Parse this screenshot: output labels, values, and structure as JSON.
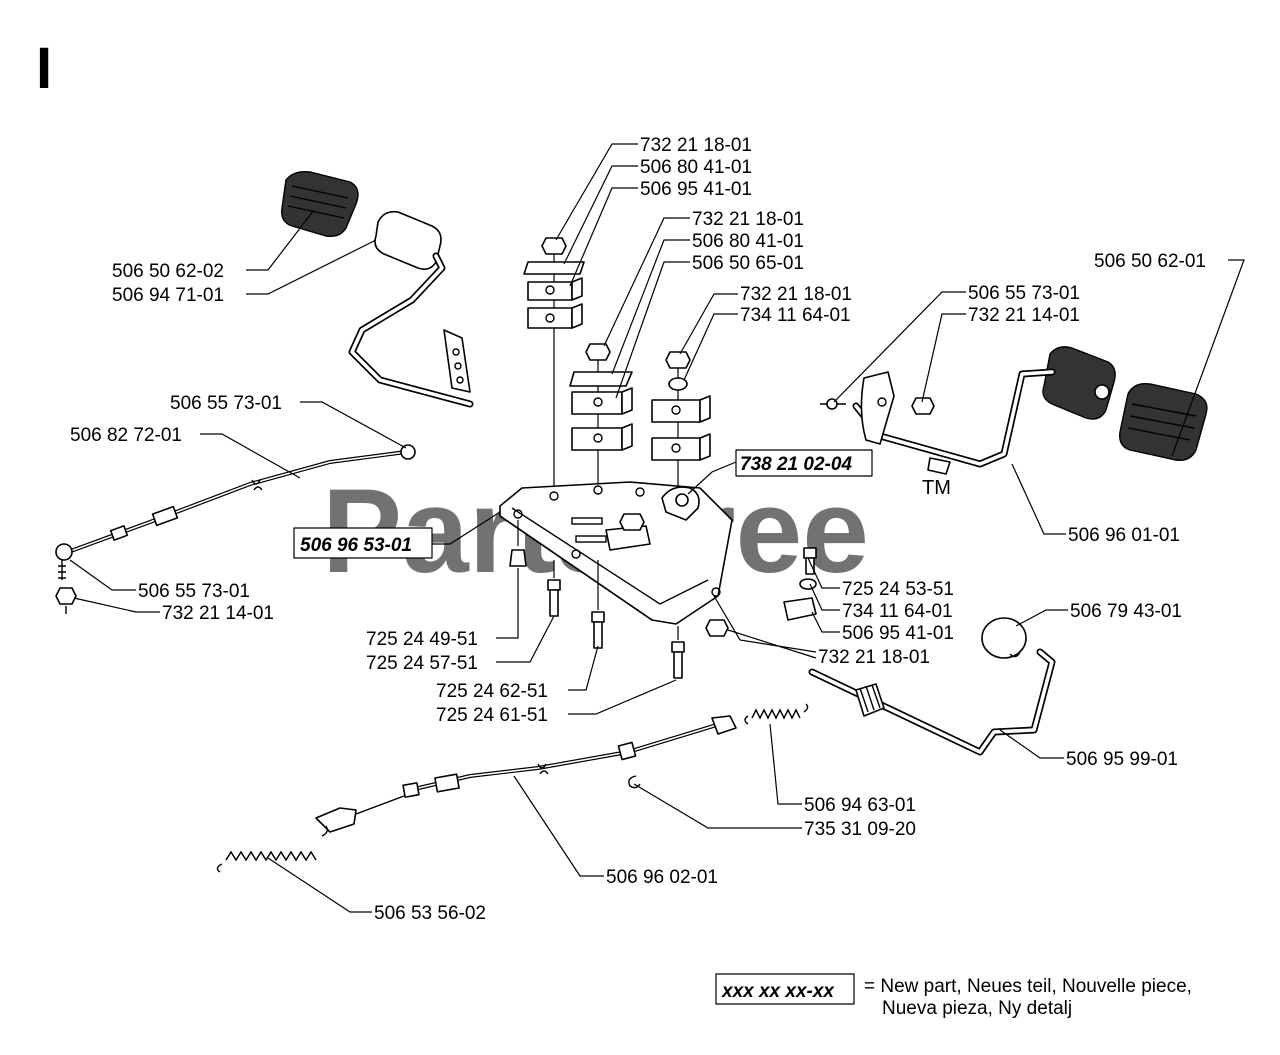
{
  "section_letter": "I",
  "watermark": {
    "text": "PartsTree",
    "tm": "TM"
  },
  "parts": {
    "top_nut_1": "732 21 18-01",
    "top_plate_1": "506 80 41-01",
    "top_block_1": "506 95 41-01",
    "mid_nut_2": "732 21 18-01",
    "mid_plate_2": "506 80 41-01",
    "mid_block_2": "506 50 65-01",
    "right_nut_3": "732 21 18-01",
    "right_washer_3": "734 11 64-01",
    "left_pedal_pad": "506 50 62-02",
    "left_pedal_arm": "506 94 71-01",
    "left_cable_end": "506 55 73-01",
    "left_cable": "506 82 72-01",
    "main_plate": "506 96 53-01",
    "new_part_top": "738 21 02-04",
    "left_cable_end_2": "506 55 73-01",
    "left_nut": "732 21 14-01",
    "right_pedal_pad": "506 50 62-01",
    "right_cable_end": "506 55 73-01",
    "right_nut": "732 21 14-01",
    "right_pedal_arm": "506 96 01-01",
    "bolt_1": "725 24 49-51",
    "bolt_2": "725 24 57-51",
    "bolt_3": "725 24 62-51",
    "bolt_4": "725 24 61-51",
    "bolt_right": "725 24 53-51",
    "washer_right": "734 11 64-01",
    "block_right": "506 95 41-01",
    "nut_right_lower": "732 21 18-01",
    "knob": "506 79 43-01",
    "shift_rod": "506 95 99-01",
    "spring_upper": "506 94 63-01",
    "clip": "735 31 09-20",
    "lower_cable": "506 96 02-01",
    "spring_lower": "506 53 56-02"
  },
  "legend": {
    "sample": "xxx xx xx-xx",
    "line1": "= New part, Neues teil, Nouvelle piece,",
    "line2": "Nueva pieza, Ny detalj"
  }
}
